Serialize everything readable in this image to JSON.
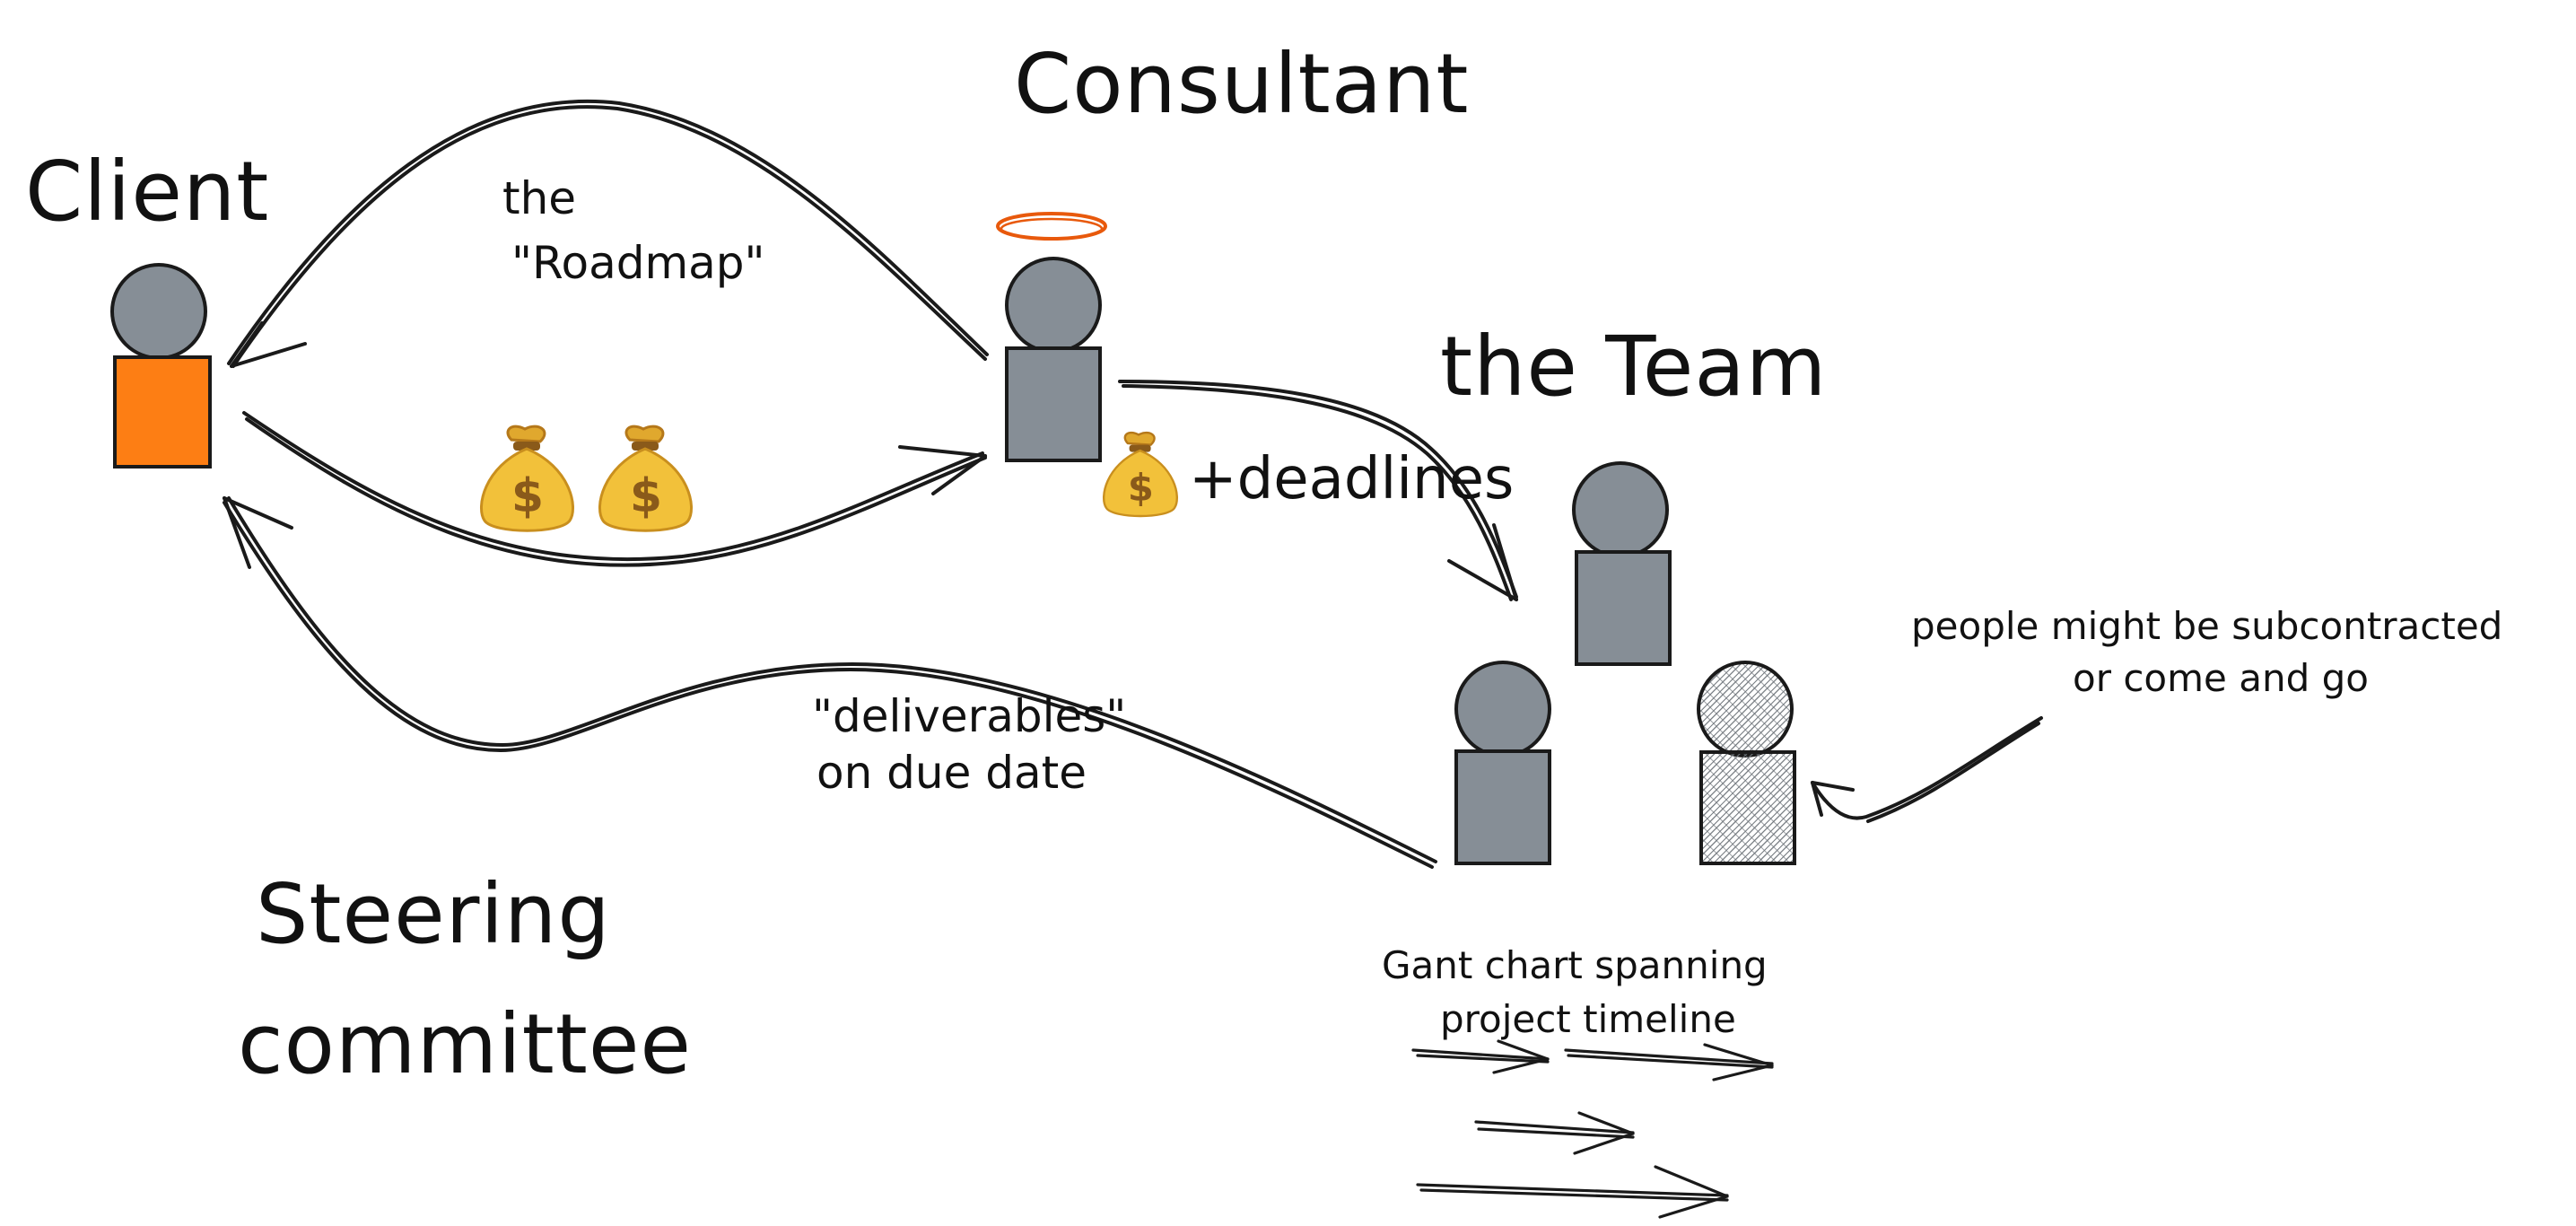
{
  "actors": {
    "client": {
      "label": "Client",
      "body_color": "#fd7e14",
      "head_color": "#868e96"
    },
    "consultant": {
      "label": "Consultant",
      "body_color": "#868e96",
      "head_color": "#868e96",
      "halo_color": "#e8590c"
    },
    "team": {
      "label": "the Team",
      "member_color": "#868e96",
      "hatched_color": "#868e96"
    },
    "steering": {
      "label_line1": "Steering",
      "label_line2": "committee"
    }
  },
  "annotations": {
    "roadmap_line1": "the",
    "roadmap_line2": "\"Roadmap\"",
    "deadlines": "+deadlines",
    "deliverables_line1": "\"deliverables\"",
    "deliverables_line2": "on due date",
    "subcontract_line1": "people might be subcontracted",
    "subcontract_line2": "or come and go",
    "gantt_line1": "Gant chart spanning",
    "gantt_line2": "project timeline"
  },
  "icons": {
    "money_bag": "money-bag-icon",
    "money_bag_symbol": "$",
    "bag_color": "#f2c13a"
  }
}
